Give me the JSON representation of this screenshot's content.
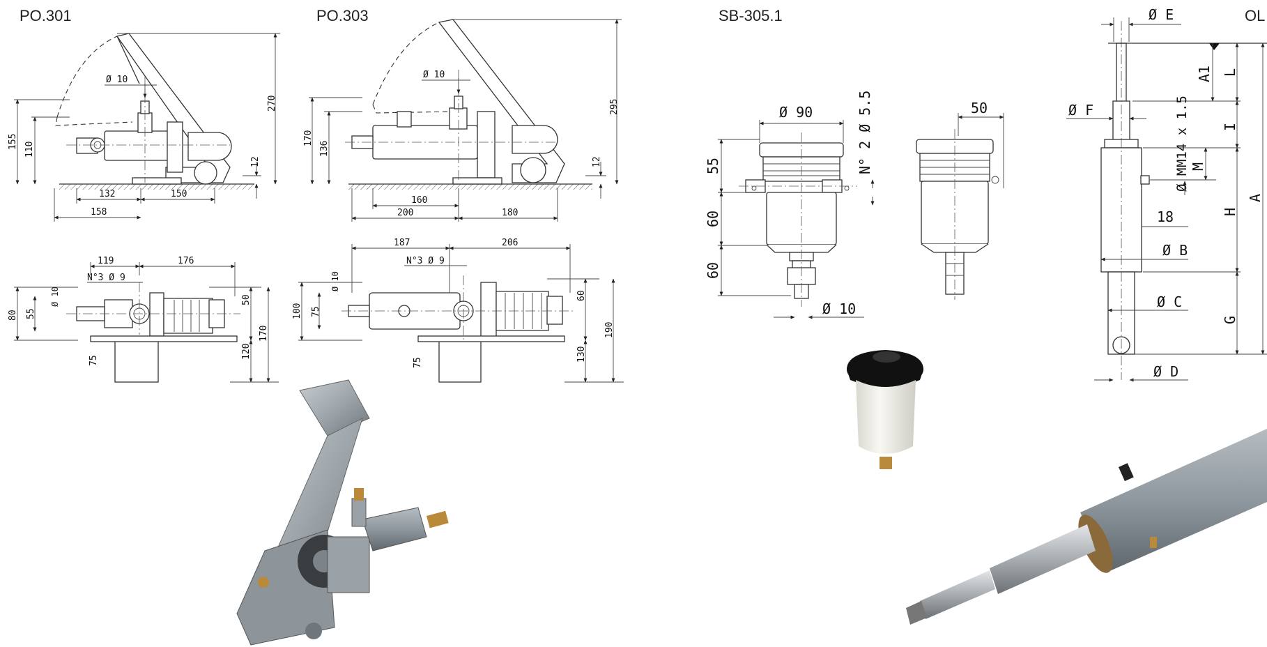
{
  "titles": {
    "po301": "PO.301",
    "po303": "PO.303",
    "sb305": "SB-305.1",
    "ol": "OL"
  },
  "po301": {
    "side": {
      "d_port": "Ø 10",
      "h_total": "270",
      "h_155": "155",
      "h_110": "110",
      "h_12": "12",
      "w_132": "132",
      "w_150": "150",
      "w_158": "158"
    },
    "top": {
      "w_119": "119",
      "w_176": "176",
      "holes": "N°3 Ø 9",
      "d_port": "Ø 10",
      "h_80": "80",
      "h_55": "55",
      "h_50": "50",
      "h_120": "120",
      "h_170": "170",
      "h_75": "75"
    }
  },
  "po303": {
    "side": {
      "d_port": "Ø 10",
      "h_total": "295",
      "h_170": "170",
      "h_136": "136",
      "h_12": "12",
      "w_160": "160",
      "w_200": "200",
      "w_180": "180"
    },
    "top": {
      "w_187": "187",
      "w_206": "206",
      "holes": "N°3 Ø 9",
      "d_port": "Ø 10",
      "h_100": "100",
      "h_75": "75",
      "h_60": "60",
      "h_130": "130",
      "h_190": "190",
      "h_75b": "75"
    }
  },
  "sb305": {
    "d_90": "Ø 90",
    "holes": "N° 2 Ø 5.5",
    "w_50": "50",
    "h_55": "55",
    "h_60a": "60",
    "h_60b": "60",
    "d_10": "Ø 10"
  },
  "ol": {
    "d_E": "Ø E",
    "d_F": "Ø F",
    "A1": "A1",
    "L": "L",
    "thread": "M14 x 1.5",
    "I": "I",
    "d_M": "Ø M",
    "M": "M",
    "d_18": "18",
    "H": "H",
    "A": "A",
    "d_B": "Ø B",
    "d_C": "Ø C",
    "G": "G",
    "d_D": "Ø D"
  },
  "colors": {
    "metal": "#9ea6ac",
    "metal_dark": "#6f777d",
    "brass": "#b98a3a",
    "reservoir": "#f1f0ea",
    "cap": "#111111",
    "cylinder": "#8f989f"
  }
}
